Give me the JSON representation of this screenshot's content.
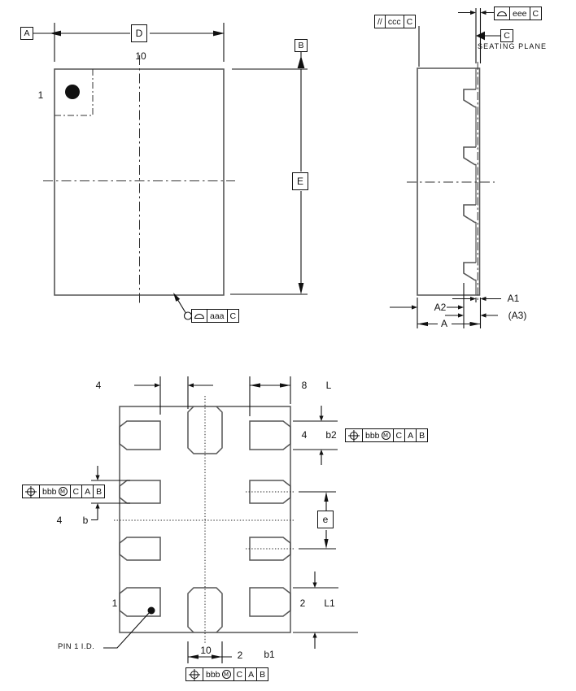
{
  "top_view": {
    "datum_a": "A",
    "dim_d": "D",
    "pin10_label": "10",
    "pin1_label": "1",
    "datum_b": "B",
    "dim_e": "E",
    "aaa_fcf": {
      "symbol": "profile-of-surface",
      "tolerance": "aaa",
      "datum": "C"
    }
  },
  "side_view": {
    "ccc_fcf": {
      "symbol": "parallelism",
      "symbol_text": "//",
      "tolerance": "ccc",
      "datum": "C"
    },
    "eee_fcf": {
      "symbol": "profile-of-surface",
      "tolerance": "eee",
      "datum": "C"
    },
    "datum_c": "C",
    "seating_plane_label": "SEATING PLANE",
    "dim_a1": "A1",
    "dim_a2": "A2",
    "dim_a3": "(A3)",
    "dim_a": "A"
  },
  "bottom_view": {
    "qty_top_left": "4",
    "qty_l": "8",
    "dim_l": "L",
    "qty_b2": "4",
    "dim_b2": "b2",
    "qty_b": "4",
    "dim_b": "b",
    "dim_e_pitch": "e",
    "pin1_label": "1",
    "qty_l1": "2",
    "dim_l1": "L1",
    "pin10_label": "10",
    "qty_b1": "2",
    "dim_b1": "b1",
    "pin1_id_label": "PIN 1 I.D.",
    "bbb_fcf": {
      "symbol": "true-position",
      "tolerance": "bbb",
      "modifier": "M",
      "d1": "C",
      "d2": "A",
      "d3": "B"
    }
  }
}
